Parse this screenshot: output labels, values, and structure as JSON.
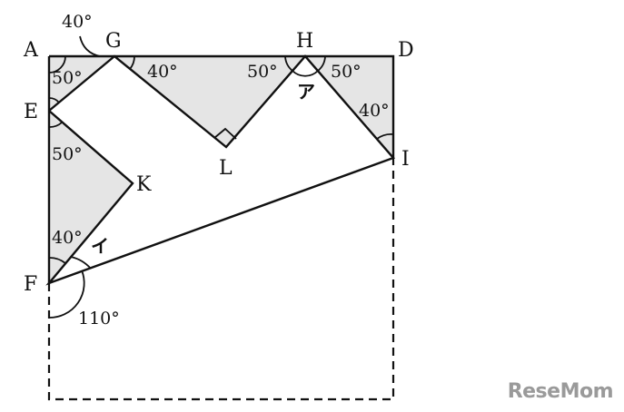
{
  "points": {
    "A": "A",
    "G": "G",
    "H": "H",
    "D": "D",
    "E": "E",
    "L": "L",
    "I": "I",
    "K": "K",
    "F": "F"
  },
  "angles": {
    "top_outer_G": "40°",
    "A_E": "50°",
    "G_right": "40°",
    "H_left": "50°",
    "H_right": "50°",
    "I_top": "40°",
    "E_below": "50°",
    "F_above": "40°",
    "F_below": "110°"
  },
  "unknowns": {
    "a": "ア",
    "i": "イ"
  },
  "watermark": "ReseMom"
}
